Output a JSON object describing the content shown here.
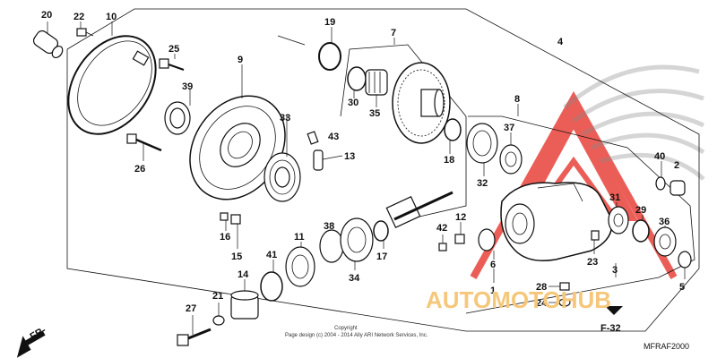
{
  "callouts": [
    {
      "id": "c20",
      "text": "20"
    },
    {
      "id": "c22",
      "text": "22"
    },
    {
      "id": "c10",
      "text": "10"
    },
    {
      "id": "c19",
      "text": "19"
    },
    {
      "id": "c7",
      "text": "7"
    },
    {
      "id": "c4",
      "text": "4"
    },
    {
      "id": "c25",
      "text": "25"
    },
    {
      "id": "c9",
      "text": "9"
    },
    {
      "id": "c39",
      "text": "39"
    },
    {
      "id": "c33",
      "text": "33"
    },
    {
      "id": "c30",
      "text": "30"
    },
    {
      "id": "c35",
      "text": "35"
    },
    {
      "id": "c8",
      "text": "8"
    },
    {
      "id": "c37",
      "text": "37"
    },
    {
      "id": "c43",
      "text": "43"
    },
    {
      "id": "c13",
      "text": "13"
    },
    {
      "id": "c26",
      "text": "26"
    },
    {
      "id": "c18",
      "text": "18"
    },
    {
      "id": "c32",
      "text": "32"
    },
    {
      "id": "c40",
      "text": "40"
    },
    {
      "id": "c2",
      "text": "2"
    },
    {
      "id": "c31",
      "text": "31"
    },
    {
      "id": "c29",
      "text": "29"
    },
    {
      "id": "c36",
      "text": "36"
    },
    {
      "id": "c16",
      "text": "16"
    },
    {
      "id": "c15",
      "text": "15"
    },
    {
      "id": "c38",
      "text": "38"
    },
    {
      "id": "c11",
      "text": "11"
    },
    {
      "id": "c17",
      "text": "17"
    },
    {
      "id": "c42",
      "text": "42"
    },
    {
      "id": "c12",
      "text": "12"
    },
    {
      "id": "c34",
      "text": "34"
    },
    {
      "id": "c41",
      "text": "41"
    },
    {
      "id": "c14",
      "text": "14"
    },
    {
      "id": "c6",
      "text": "6"
    },
    {
      "id": "c1",
      "text": "1"
    },
    {
      "id": "c23",
      "text": "23"
    },
    {
      "id": "c3",
      "text": "3"
    },
    {
      "id": "c28",
      "text": "28"
    },
    {
      "id": "c24",
      "text": "24"
    },
    {
      "id": "c5",
      "text": "5"
    },
    {
      "id": "c21",
      "text": "21"
    },
    {
      "id": "c27",
      "text": "27"
    }
  ],
  "front_arrow": "FR-",
  "ref_label": "F-32",
  "diagram_code": "MFRAF2000",
  "copyright": {
    "line1": "Copyright",
    "line2": "Page design (c) 2004 - 2014 Ally ARI Network Services, Inc."
  },
  "watermark": {
    "brand": "AUTOMOTOHUB",
    "color_red": "#e8423a",
    "color_amber": "#f5c77a"
  }
}
